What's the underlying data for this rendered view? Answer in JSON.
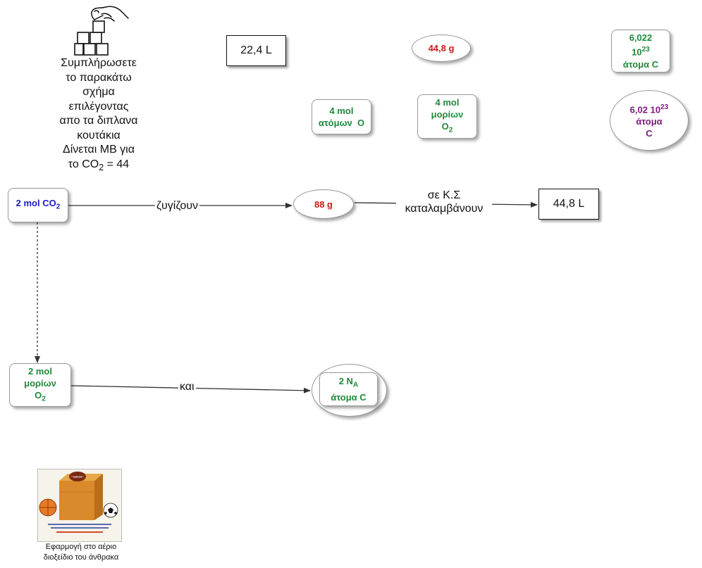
{
  "instructions": {
    "lines": [
      "Συμπλήρωσετε",
      "το παρακάτω",
      "σχήμα",
      "επιλέγοντας",
      "απο τα διπλανα",
      "κουτάκια",
      "Δίνεται ΜΒ για"
    ],
    "formula_prefix": "το CO",
    "formula_sub": "2",
    "formula_suffix": " = 44"
  },
  "palette": {
    "box_22_4": "22,4 L",
    "ellipse_44_8": "44,8 g",
    "card_6022": {
      "line1": "6,022",
      "line2_base": "10",
      "line2_sup": "23",
      "line3": "άτομα C"
    },
    "card_4mol_atoms": {
      "line1": "4 mol",
      "line2": "ατόμων  Ο"
    },
    "card_4mol_molecules": {
      "line1": "4 mol",
      "line2": "μορίων",
      "line3_base": "O",
      "line3_sub": "2"
    },
    "ellipse_602": {
      "line1_base": "6,02 10",
      "line1_sup": "23",
      "line2": "άτομα",
      "line3": "C"
    }
  },
  "diagram": {
    "node_2mol_co2": {
      "base": "2 mol CO",
      "sub": "2"
    },
    "edge_weigh": "ζυγίζουν",
    "node_88g": "88 g",
    "edge_stp_line1": "σε Κ.Σ",
    "edge_stp_line2": "καταλαμβάνουν",
    "node_44_8L": "44,8 L",
    "node_2mol_o2": {
      "line1": "2 mol",
      "line2": "μορίων",
      "line3_base": "O",
      "line3_sub": "2"
    },
    "edge_and": "και",
    "node_2NA": {
      "line1_base": "2 N",
      "line1_sub": "A",
      "line2": "άτομα C"
    }
  },
  "app": {
    "caption_line1": "Εφαρμογή στο αέριο",
    "caption_line2": "διοξείδιο του άνθρακα",
    "photo_title": "LIMITED"
  },
  "colors": {
    "green": "#1f8a3b",
    "red": "#d01818",
    "blue": "#1c1cc0",
    "purple": "#7a1a7a"
  }
}
